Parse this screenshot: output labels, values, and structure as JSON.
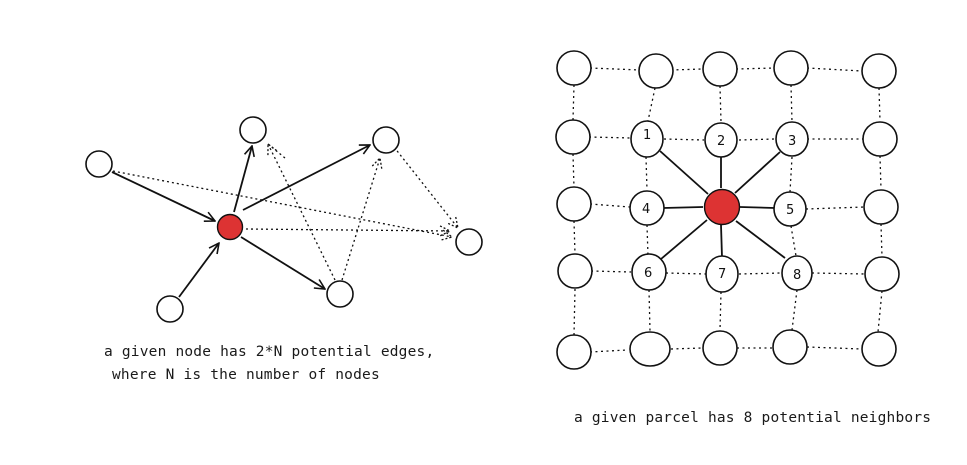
{
  "left_diagram": {
    "caption_line1": "a given node has 2*N potential edges,",
    "caption_line2": "where N is the number of nodes",
    "colors": {
      "center": "#dd3333",
      "stroke": "#111111",
      "fill": "#ffffff"
    }
  },
  "right_diagram": {
    "caption": "a given parcel has 8 potential neighbors",
    "neighbor_labels": [
      "1",
      "2",
      "3",
      "4",
      "5",
      "6",
      "7",
      "8"
    ],
    "colors": {
      "center": "#dd3333",
      "stroke": "#111111",
      "fill": "#ffffff"
    }
  }
}
